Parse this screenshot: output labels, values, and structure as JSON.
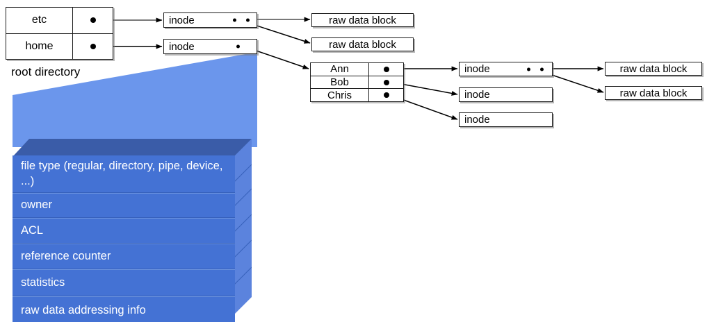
{
  "diagram": {
    "title": "unix-inode-filesystem-diagram",
    "colors": {
      "block_front": "#4472d4",
      "block_top": "#3a5ca8",
      "block_side": "#5b83dd",
      "funnel": "#6b96ec",
      "line": "#000000",
      "box_fill": "#ffffff",
      "text_on_block": "#ffffff"
    }
  },
  "root_directory": {
    "caption": "root directory",
    "rows": [
      {
        "name": "etc",
        "pointer": "dot"
      },
      {
        "name": "home",
        "pointer": "dot"
      }
    ]
  },
  "home_directory": {
    "rows": [
      {
        "name": "Ann",
        "pointer": "dot"
      },
      {
        "name": "Bob",
        "pointer": "dot"
      },
      {
        "name": "Chris",
        "pointer": "dot"
      }
    ]
  },
  "inodes": [
    {
      "id": "inode-etc",
      "label": "inode",
      "pointer_count": 2
    },
    {
      "id": "inode-home",
      "label": "inode",
      "pointer_count": 1
    },
    {
      "id": "inode-ann",
      "label": "inode",
      "pointer_count": 2
    },
    {
      "id": "inode-bob",
      "label": "inode",
      "pointer_count": 0
    },
    {
      "id": "inode-chris",
      "label": "inode",
      "pointer_count": 0
    }
  ],
  "raw_data_blocks": [
    {
      "id": "rdb-etc-1",
      "label": "raw data block"
    },
    {
      "id": "rdb-etc-2",
      "label": "raw data block"
    },
    {
      "id": "rdb-ann-1",
      "label": "raw data block"
    },
    {
      "id": "rdb-ann-2",
      "label": "raw data block"
    }
  ],
  "inode_detail_block": {
    "fields": [
      "file type (regular, directory, pipe, device, ...)",
      "owner",
      "ACL",
      "reference counter",
      "statistics",
      "raw data addressing info"
    ]
  }
}
